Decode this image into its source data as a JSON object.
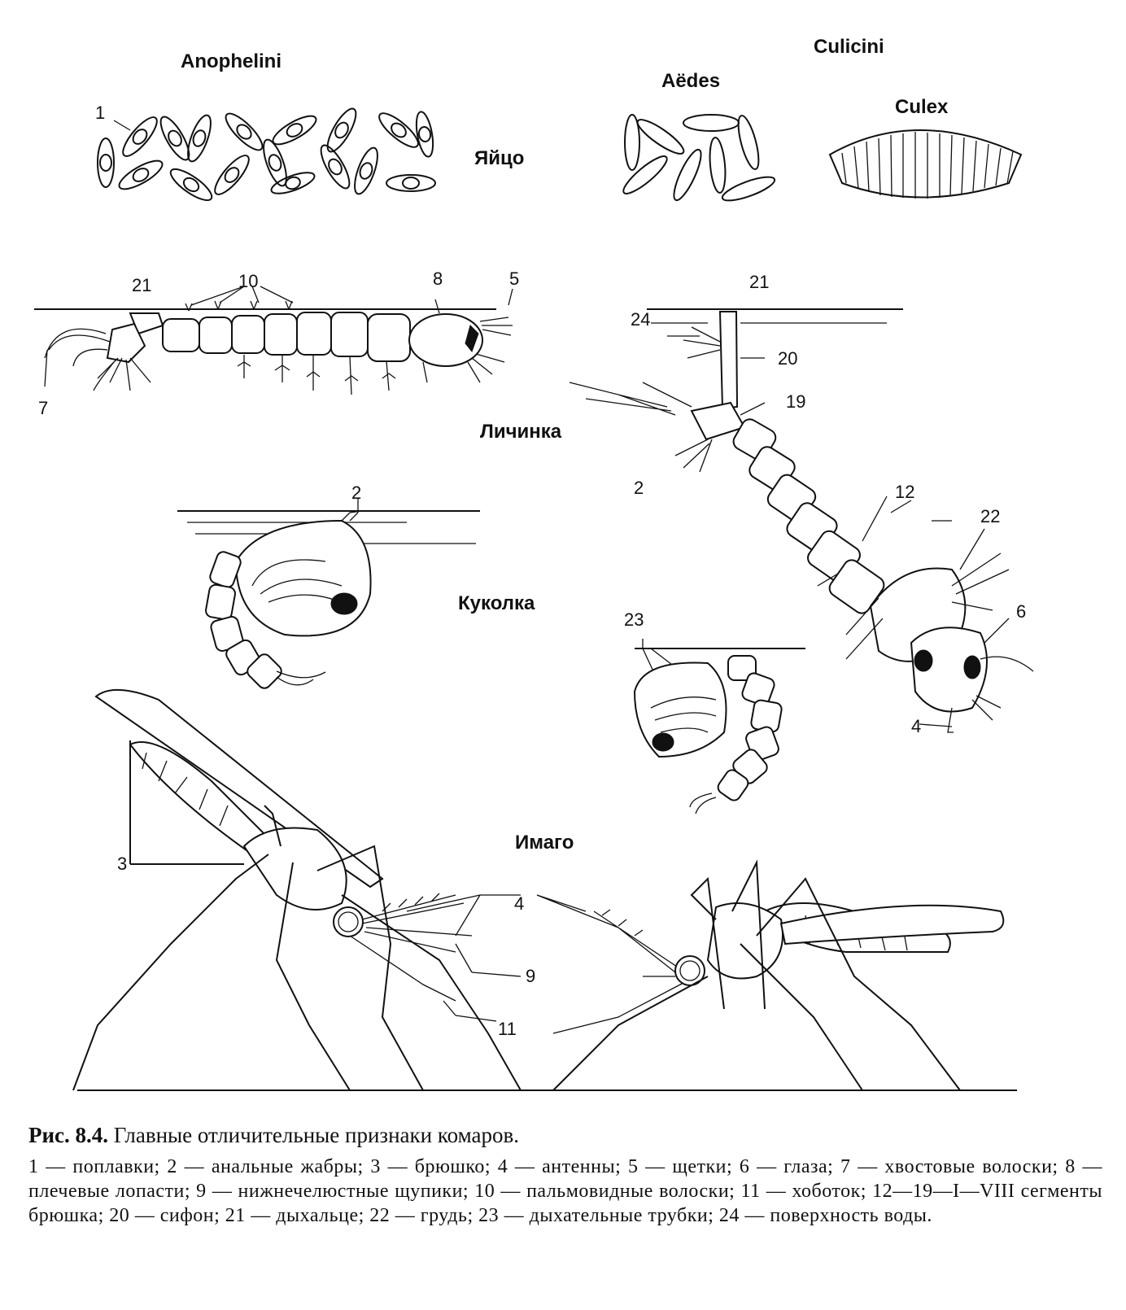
{
  "headers": {
    "anophelini": "Anophelini",
    "culicini": "Culicini",
    "aedes": "Aëdes",
    "culex": "Culex"
  },
  "stages": {
    "egg": "Яйцо",
    "larva": "Личинка",
    "pupa": "Куколка",
    "imago": "Имаго"
  },
  "callouts": [
    "1",
    "21",
    "10",
    "8",
    "5",
    "7",
    "21",
    "24",
    "20",
    "19",
    "2",
    "2",
    "12",
    "22",
    "6",
    "23",
    "4",
    "3",
    "4",
    "9",
    "11"
  ],
  "caption": {
    "fig_number": "Рис. 8.4.",
    "title": "Главные отличительные признаки комаров.",
    "legend": "1 — поплавки; 2 — анальные жабры; 3 — брюшко; 4 — антенны; 5 — щетки; 6 — глаза; 7 — хвостовые волоски; 8 — плечевые лопасти; 9 — нижнечелюстные щупики; 10 — пальмовидные волоски; 11 — хоботок; 12—19—I—VIII сегменты брюшка; 20 — сифон; 21 — дыхальце; 22 — грудь; 23 — дыхательные трубки; 24 — поверхность воды."
  }
}
